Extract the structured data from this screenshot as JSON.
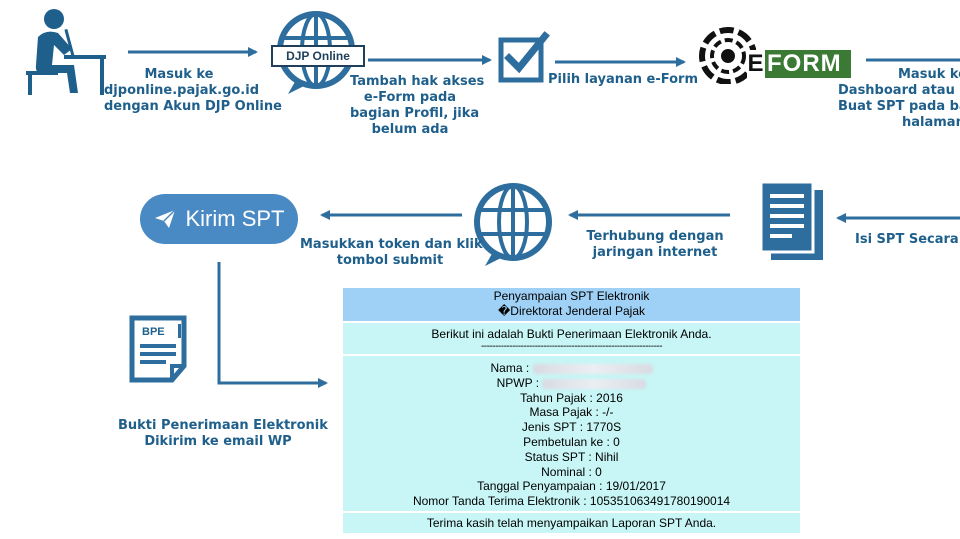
{
  "flow": {
    "step1": {
      "lines": [
        "Masuk ke",
        "djponline.pajak.go.id",
        "dengan Akun DJP Online"
      ]
    },
    "step2": {
      "badge": "DJP Online",
      "lines": [
        "Tambah hak akses",
        "e-Form pada",
        "bagian Profil, jika",
        "belum ada"
      ]
    },
    "step3": {
      "lines": [
        "Pilih layanan e-Form"
      ]
    },
    "step4": {
      "logo_text": "FORM",
      "logo_letter": "E"
    },
    "step5": {
      "lines": [
        "Masuk ke",
        "Dashboard atau k",
        "Buat SPT pada bag",
        "halaman"
      ]
    },
    "step6": {
      "lines": [
        "Isi SPT Secara O"
      ]
    },
    "step7": {
      "lines": [
        "Terhubung dengan",
        "jaringan internet"
      ]
    },
    "step8": {
      "lines": [
        "Masukkan token dan klik",
        "tombol submit"
      ]
    },
    "kirim_button": "Kirim SPT",
    "bpe": {
      "doc_label": "BPE",
      "lines": [
        "Bukti Penerimaan Elektronik",
        "Dikirim ke email WP"
      ]
    }
  },
  "receipt": {
    "header_line1": "Penyampaian SPT Elektronik",
    "header_line2": "�Direktorat Jenderal Pajak",
    "intro": "Berikut ini adalah Bukti Penerimaan Elektronik Anda.",
    "divider": "----------------------------------------------------------------",
    "fields": {
      "nama_label": "Nama :",
      "npwp_label": "NPWP :",
      "tahun": "Tahun Pajak : 2016",
      "masa": "Masa Pajak : -/-",
      "jenis": "Jenis SPT : 1770S",
      "pembetulan": "Pembetulan ke : 0",
      "status": "Status SPT : Nihil",
      "nominal": "Nominal : 0",
      "tanggal": "Tanggal Penyampaian : 19/01/2017",
      "nomor": "Nomor Tanda Terima Elektronik : 105351063491780190014"
    },
    "footer": "Terima kasih telah menyampaikan Laporan SPT Anda."
  },
  "colors": {
    "primary": "#1f5f8b",
    "arrow": "#2d6e9e",
    "receipt_bg": "#c8f5f5",
    "receipt_header": "#9fd0f5",
    "button": "#4a8ac4"
  }
}
